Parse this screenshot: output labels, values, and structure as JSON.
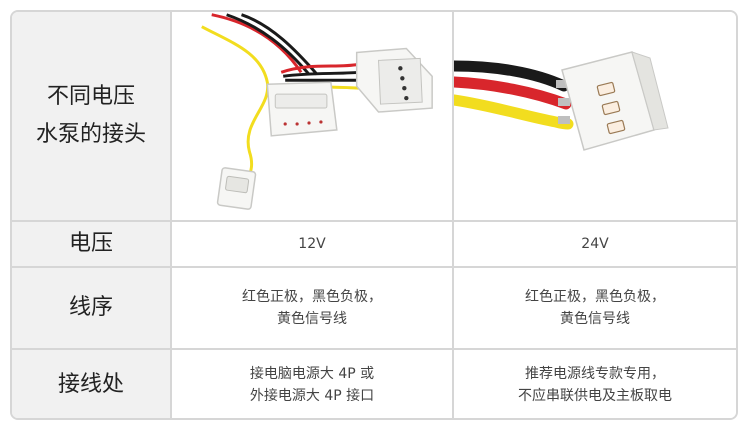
{
  "header": {
    "title_line1": "不同电压",
    "title_line2": "水泵的接头"
  },
  "rows": [
    {
      "label": "电压",
      "col_12v": "12V",
      "col_24v": "24V"
    },
    {
      "label": "线序",
      "col_12v_line1": "红色正极，黑色负极，",
      "col_12v_line2": "黄色信号线",
      "col_24v_line1": "红色正极，黑色负极，",
      "col_24v_line2": "黄色信号线"
    },
    {
      "label": "接线处",
      "col_12v_line1": "接电脑电源大 4P 或",
      "col_12v_line2": "外接电源大 4P 接口",
      "col_24v_line1": "推荐电源线专款专用，",
      "col_24v_line2": "不应串联供电及主板取电"
    }
  ],
  "images": {
    "left": "12v-molex-connector-photo",
    "right": "24v-3pin-connector-photo"
  },
  "colors": {
    "border": "#d6d6d6",
    "header_bg": "#f1f1f1",
    "wire_red": "#d8262c",
    "wire_black": "#1a1a1a",
    "wire_yellow": "#f2dd1f",
    "connector": "#f6f6f4"
  }
}
